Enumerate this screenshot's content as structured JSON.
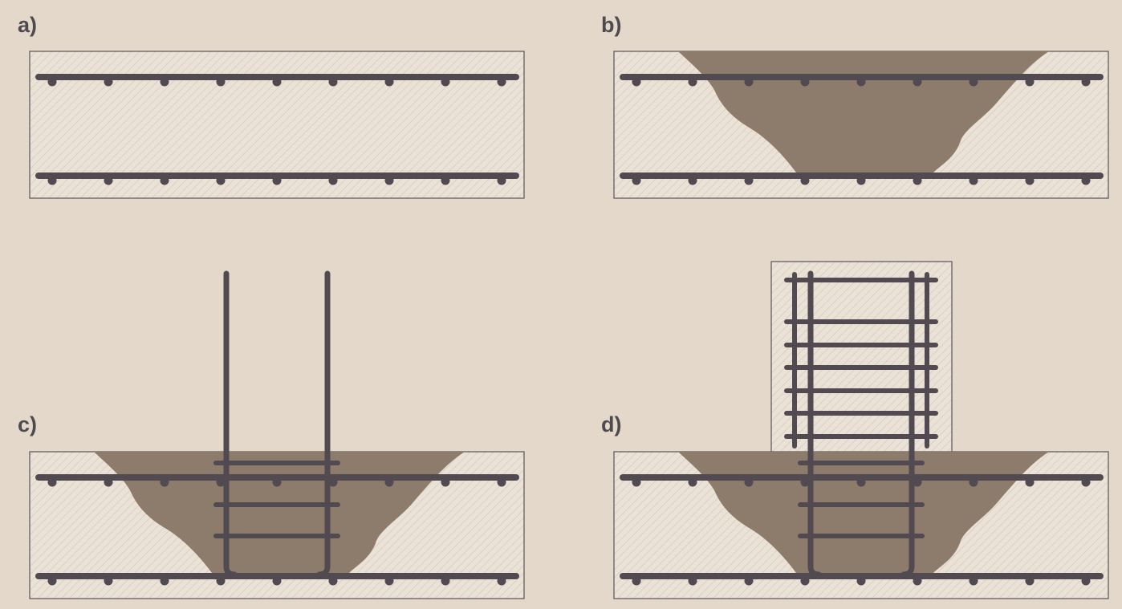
{
  "panels": [
    {
      "id": "a",
      "label": "a)"
    },
    {
      "id": "b",
      "label": "b)"
    },
    {
      "id": "c",
      "label": "c)"
    },
    {
      "id": "d",
      "label": "d)"
    }
  ],
  "colors": {
    "background": "#e3d8ca",
    "concrete": "#ebe2d7",
    "concrete_hatch": "#d9cdbf",
    "excavation": "#8d7b6c",
    "rebar": "#514a50",
    "outline": "#5a5458"
  }
}
